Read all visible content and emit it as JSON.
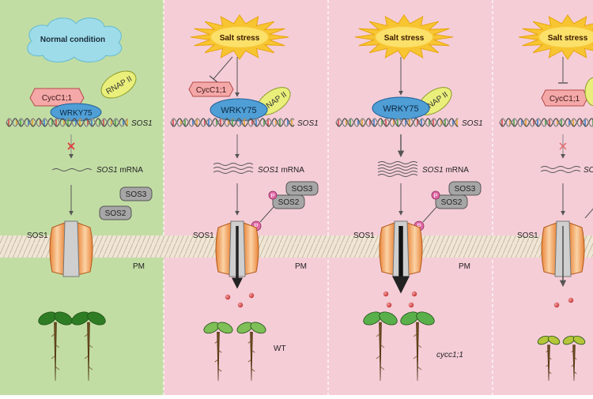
{
  "panels": [
    {
      "id": "normal",
      "bg": "#b9d79a",
      "trigger": {
        "label": "Normal condition",
        "shape": "cloud",
        "color": "#9fdcea"
      },
      "cycc_label": "CycC1;1",
      "wrky_label": "WRKY75",
      "rnap_label": "RNAP II",
      "gene_label": "SOS1",
      "mrna_label": "SOS1",
      "mrna_suffix": " mRNA",
      "sos3_label": "SOS3",
      "sos2_label": "SOS2",
      "p_label": "",
      "sos1_label": "SOS1",
      "pm_label": "PM",
      "genotype": ""
    },
    {
      "id": "salt-wt",
      "bg": "#f4c9d4",
      "trigger": {
        "label": "Salt stress",
        "shape": "burst",
        "color": "#f7c531"
      },
      "cycc_label": "CycC1;1",
      "wrky_label": "WRKY75",
      "rnap_label": "RNAP II",
      "gene_label": "SOS1",
      "mrna_label": "SOS1",
      "mrna_suffix": " mRNA",
      "sos3_label": "SOS3",
      "sos2_label": "SOS2",
      "p_label": "P",
      "sos1_label": "SOS1",
      "pm_label": "PM",
      "genotype": "WT"
    },
    {
      "id": "salt-cycc1",
      "bg": "#f4c9d4",
      "trigger": {
        "label": "Salt stress",
        "shape": "burst",
        "color": "#f7c531"
      },
      "cycc_label": "",
      "wrky_label": "WRKY75",
      "rnap_label": "RNAP II",
      "gene_label": "SOS1",
      "mrna_label": "SOS1",
      "mrna_suffix": " mRNA",
      "sos3_label": "SOS3",
      "sos2_label": "SOS2",
      "p_label": "P",
      "sos1_label": "SOS1",
      "pm_label": "PM",
      "genotype": "cycc1;1"
    },
    {
      "id": "salt-partial",
      "bg": "#f4c9d4",
      "trigger": {
        "label": "Salt stress",
        "shape": "burst",
        "color": "#f7c531"
      },
      "cycc_label": "CycC1;1",
      "wrky_label": "",
      "rnap_label": "",
      "gene_label": "",
      "mrna_label": "SOS",
      "mrna_suffix": "",
      "sos3_label": "",
      "sos2_label": "",
      "p_label": "",
      "sos1_label": "SOS1",
      "pm_label": "",
      "genotype": ""
    }
  ]
}
